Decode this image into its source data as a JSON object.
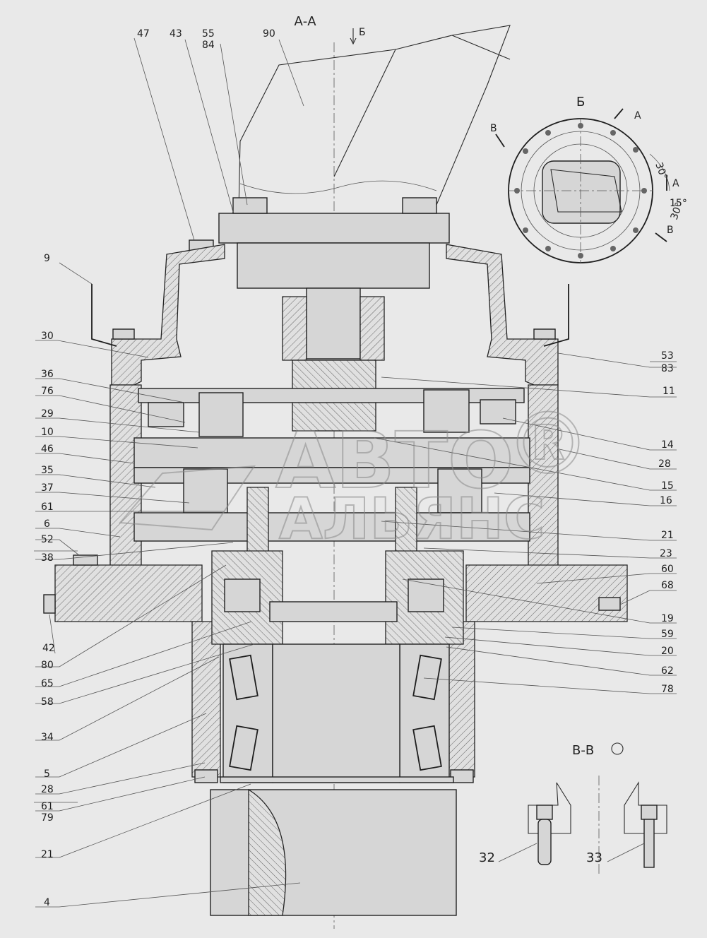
{
  "title": "А-А",
  "view_arrow": "Б",
  "detail_b": {
    "title": "Б",
    "section_marks": [
      "А",
      "А",
      "В",
      "В"
    ],
    "angles": [
      "30°",
      "15°",
      "30°"
    ]
  },
  "detail_vv": {
    "title": "В-В"
  },
  "watermark": {
    "line1": "АВТО",
    "line2": "АЛЬЯНС",
    "symbol": "®"
  },
  "labels_top": [
    "47",
    "43",
    "55",
    "84",
    "90"
  ],
  "labels_left": [
    "9",
    "30",
    "36",
    "76",
    "29",
    "10",
    "46",
    "35",
    "37",
    "61",
    "6",
    "52",
    "38",
    "42",
    "80",
    "65",
    "58",
    "34",
    "5",
    "28",
    "61",
    "79",
    "21",
    "4"
  ],
  "labels_right": [
    "53",
    "83",
    "11",
    "14",
    "28",
    "15",
    "16",
    "21",
    "23",
    "60",
    "68",
    "19",
    "59",
    "20",
    "62",
    "78"
  ],
  "labels_bottom": [
    "32",
    "33"
  ]
}
